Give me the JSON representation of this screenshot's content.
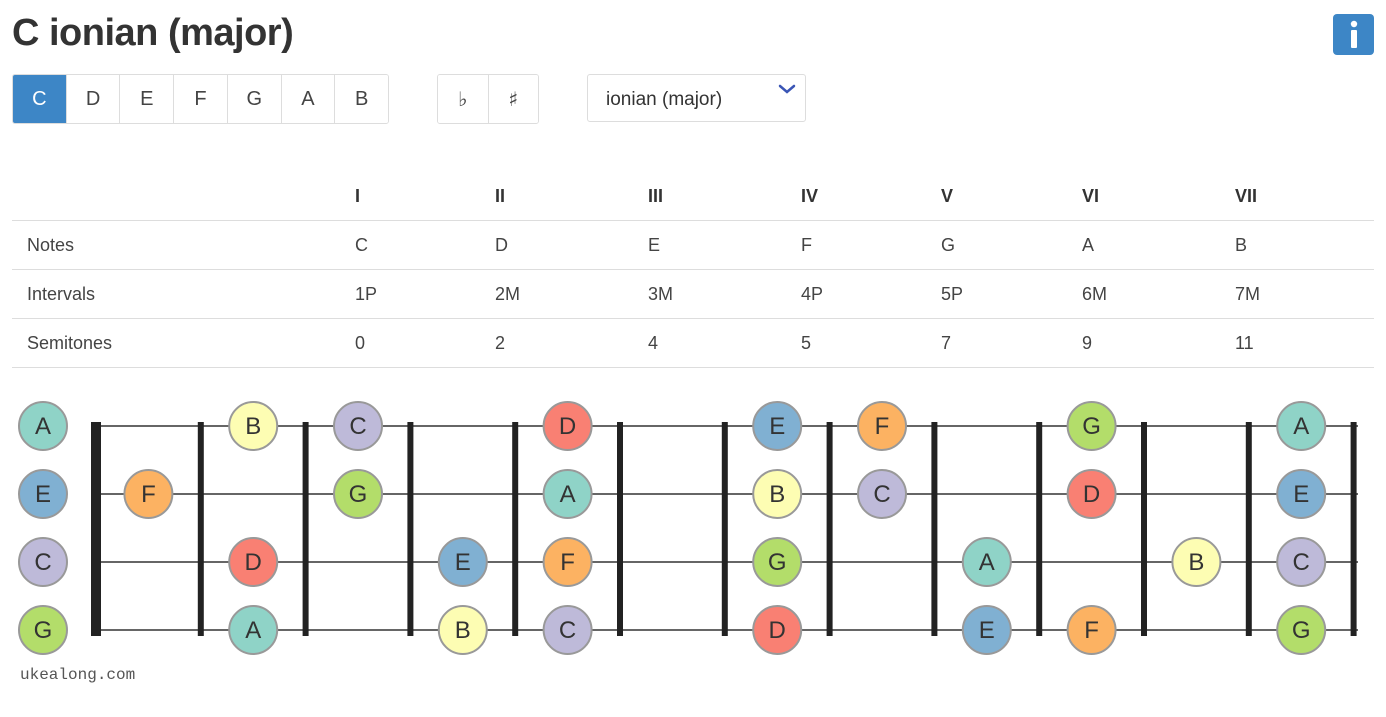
{
  "page": {
    "title": "C ionian (major)"
  },
  "keys": [
    "C",
    "D",
    "E",
    "F",
    "G",
    "A",
    "B"
  ],
  "selected_key": "C",
  "accidentals": [
    "♭",
    "♯"
  ],
  "mode_select": {
    "value": "ionian (major)"
  },
  "table": {
    "degrees": [
      "I",
      "II",
      "III",
      "IV",
      "V",
      "VI",
      "VII"
    ],
    "rows": [
      {
        "label": "Notes",
        "values": [
          "C",
          "D",
          "E",
          "F",
          "G",
          "A",
          "B"
        ]
      },
      {
        "label": "Intervals",
        "values": [
          "1P",
          "2M",
          "3M",
          "4P",
          "5P",
          "6M",
          "7M"
        ]
      },
      {
        "label": "Semitones",
        "values": [
          "0",
          "2",
          "4",
          "5",
          "7",
          "9",
          "11"
        ]
      }
    ]
  },
  "fretboard": {
    "open_notes": [
      "A",
      "E",
      "C",
      "G"
    ],
    "strings": [
      [
        [
          "B",
          2
        ],
        [
          "C",
          3
        ],
        [
          "D",
          5
        ],
        [
          "E",
          7
        ],
        [
          "F",
          8
        ],
        [
          "G",
          10
        ],
        [
          "A",
          12
        ]
      ],
      [
        [
          "F",
          1
        ],
        [
          "G",
          3
        ],
        [
          "A",
          5
        ],
        [
          "B",
          7
        ],
        [
          "C",
          8
        ],
        [
          "D",
          10
        ],
        [
          "E",
          12
        ]
      ],
      [
        [
          "D",
          2
        ],
        [
          "E",
          4
        ],
        [
          "F",
          5
        ],
        [
          "G",
          7
        ],
        [
          "A",
          9
        ],
        [
          "B",
          11
        ],
        [
          "C",
          12
        ]
      ],
      [
        [
          "A",
          2
        ],
        [
          "B",
          4
        ],
        [
          "C",
          5
        ],
        [
          "D",
          7
        ],
        [
          "E",
          9
        ],
        [
          "F",
          10
        ],
        [
          "G",
          12
        ]
      ]
    ],
    "fret_count": 12,
    "single_markers": [
      5,
      7,
      10
    ],
    "double_markers": [
      12
    ]
  },
  "note_colors": {
    "A": "#8fd3c7",
    "B": "#fdfdb3",
    "C": "#bebad9",
    "D": "#f98073",
    "E": "#80b0d2",
    "F": "#fcb262",
    "G": "#b3dd6a"
  },
  "footer": {
    "site": "ukealong.com"
  }
}
